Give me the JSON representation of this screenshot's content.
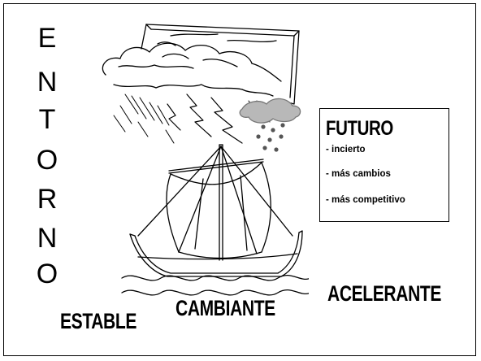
{
  "vertical_word": [
    "E",
    "N",
    "T",
    "O",
    "R",
    "N",
    "O"
  ],
  "futuro": {
    "title": "FUTURO",
    "items": [
      "- incierto",
      "- más cambios",
      "- más competitivo"
    ]
  },
  "stages": {
    "estable": "ESTABLE",
    "cambiante": "CAMBIANTE",
    "acelerante": "ACELERANTE"
  }
}
